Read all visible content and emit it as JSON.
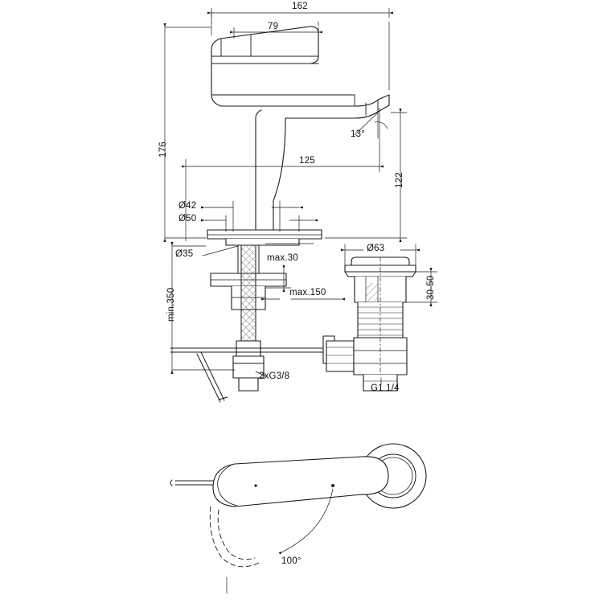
{
  "drawing": {
    "title": "Basin mixer tap technical dimension drawing",
    "units": "mm",
    "line_color": "#1a1a1a",
    "fill_color": "#ffffff",
    "hatch_color": "#555555"
  },
  "labels": {
    "width_overall": "162",
    "width_handle": "79",
    "height_overall": "176",
    "spout_reach": "125",
    "spout_height": "122",
    "spout_angle": "13°",
    "dia_42": "Ø42",
    "dia_50": "Ø50",
    "dia_35": "Ø35",
    "max_30": "max.30",
    "max_150": "max.150",
    "min_350": "min.350",
    "thread_supply": "2xG3/8",
    "dia_63": "Ø63",
    "waste_range": "30-50",
    "thread_waste": "G1 1/4",
    "swivel_angle": "100°"
  }
}
